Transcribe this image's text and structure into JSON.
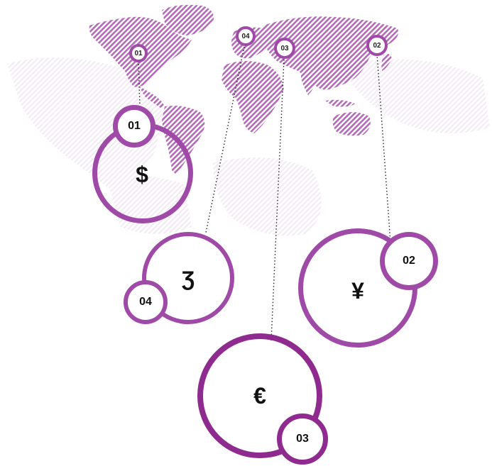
{
  "colors": {
    "map": "#b36bb8",
    "ring_light": "#a04aa8",
    "ring_dark": "#8f2a8f"
  },
  "pins": [
    {
      "id": "01",
      "label": "01"
    },
    {
      "id": "02",
      "label": "02"
    },
    {
      "id": "03",
      "label": "03"
    },
    {
      "id": "04",
      "label": "04"
    }
  ],
  "currencies": [
    {
      "id": "01",
      "badge": "01",
      "symbol": "$",
      "icon": "dollar-icon"
    },
    {
      "id": "02",
      "badge": "02",
      "symbol": "¥",
      "icon": "yen-icon"
    },
    {
      "id": "03",
      "badge": "03",
      "symbol": "€",
      "icon": "euro-icon"
    },
    {
      "id": "04",
      "badge": "04",
      "symbol": "Ʒ",
      "icon": "currency-04-icon"
    }
  ]
}
